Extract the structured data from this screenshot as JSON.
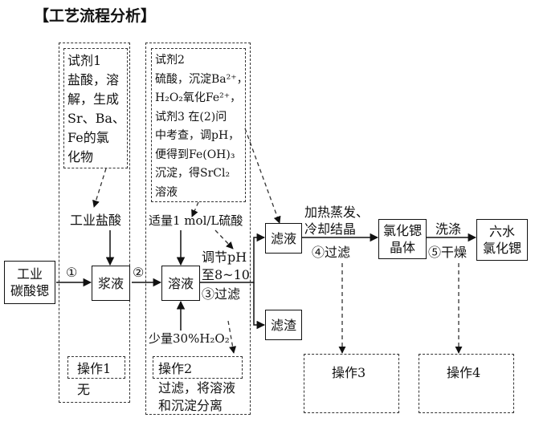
{
  "title": "【工艺流程分析】",
  "raw": {
    "line1": "工业",
    "line2": "碳酸锶"
  },
  "steps": [
    "①",
    "②",
    "③过滤",
    "④过滤",
    "⑤干燥"
  ],
  "boxes": {
    "slurry": "浆液",
    "solution": "溶液",
    "filtrate": "滤液",
    "residue": "滤渣",
    "crystal": {
      "line1": "氯化锶",
      "line2": "晶体"
    },
    "product": {
      "line1": "六水",
      "line2": "氯化锶"
    }
  },
  "inputs": {
    "hcl": "工业盐酸",
    "acid": "适量1 mol/L硫酸",
    "h2o2": "少量30%H₂O₂"
  },
  "conditions": {
    "ph_line1": "调节pH",
    "ph_line2": "至8~10",
    "evap_line1": "加热蒸发、",
    "evap_line2": "冷却结晶",
    "wash": "洗涤"
  },
  "notes": {
    "reagent1": [
      "试剂1",
      "盐酸，溶",
      "解，生成",
      "Sr、Ba、",
      "Fe的氯",
      "化物"
    ],
    "reagent2": [
      "试剂2",
      "硫酸，沉淀Ba²⁺，",
      "H₂O₂氧化Fe²⁺，",
      "试剂3 在(2)问",
      "中考查，调pH，",
      "便得到Fe(OH)₃",
      "沉淀，得SrCl₂",
      "溶液"
    ]
  },
  "operations": {
    "op1_label": "操作1",
    "op1_desc": "无",
    "op2_label": "操作2",
    "op2_desc": [
      "过滤，将溶液",
      "和沉淀分离"
    ],
    "op3_label": "操作3",
    "op4_label": "操作4"
  }
}
